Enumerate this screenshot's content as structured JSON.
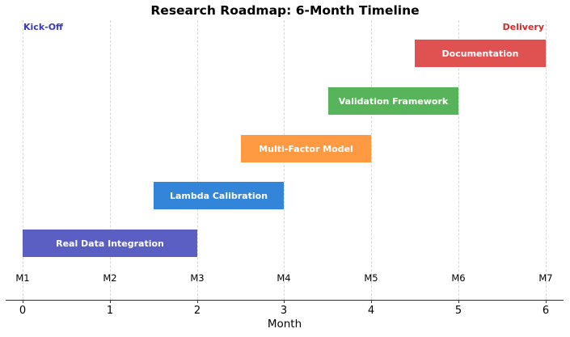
{
  "chart_data": {
    "type": "bar",
    "subtype": "gantt",
    "title": "Research Roadmap: 6-Month Timeline",
    "xlabel": "Month",
    "ylabel": "",
    "xlim": [
      -0.2,
      6.2
    ],
    "x_ticks": [
      0,
      1,
      2,
      3,
      4,
      5,
      6
    ],
    "x_tick_labels": [
      "0",
      "1",
      "2",
      "3",
      "4",
      "5",
      "6"
    ],
    "grid": "vertical dashed at integer months",
    "milestone_labels": [
      "M1",
      "M2",
      "M3",
      "M4",
      "M5",
      "M6",
      "M7"
    ],
    "tasks": [
      {
        "name": "Real Data Integration",
        "start": 0,
        "end": 2,
        "duration": 2,
        "color": "#5b5ec3"
      },
      {
        "name": "Lambda Calibration",
        "start": 1.5,
        "end": 3,
        "duration": 1.5,
        "color": "#3285d8"
      },
      {
        "name": "Multi-Factor Model",
        "start": 2.5,
        "end": 4,
        "duration": 1.5,
        "color": "#ff9a42"
      },
      {
        "name": "Validation Framework",
        "start": 3.5,
        "end": 5,
        "duration": 1.5,
        "color": "#58b45a"
      },
      {
        "name": "Documentation",
        "start": 4.5,
        "end": 6,
        "duration": 1.5,
        "color": "#e05252"
      }
    ],
    "annotations": [
      {
        "text": "Kick-Off",
        "x": 0,
        "color": "#3a3ab8"
      },
      {
        "text": "Delivery",
        "x": 6,
        "color": "#d62828"
      }
    ]
  },
  "labels": {
    "title": "Research Roadmap: 6-Month Timeline",
    "xlabel": "Month",
    "kickoff": "Kick-Off",
    "delivery": "Delivery",
    "months": [
      "M1",
      "M2",
      "M3",
      "M4",
      "M5",
      "M6",
      "M7"
    ],
    "ticks": [
      "0",
      "1",
      "2",
      "3",
      "4",
      "5",
      "6"
    ],
    "tasks": [
      "Real Data Integration",
      "Lambda Calibration",
      "Multi-Factor Model",
      "Validation Framework",
      "Documentation"
    ]
  }
}
